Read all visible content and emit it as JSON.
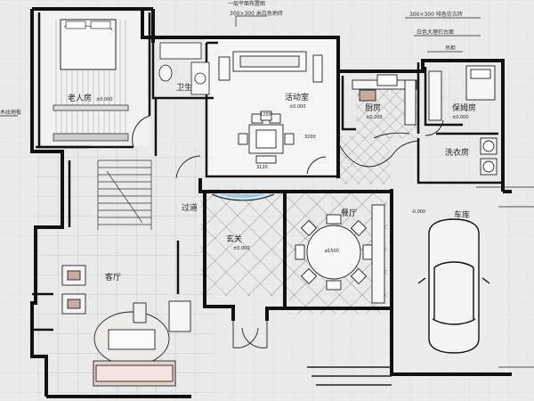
{
  "rooms": {
    "master_bedroom": "老人房",
    "bathroom": "卫生",
    "entertainment": "活动室",
    "kitchen": "厨房",
    "nanny_room": "保姆房",
    "laundry": "洗衣房",
    "corridor": "过道",
    "foyer": "玄关",
    "dining": "餐厅",
    "living": "客厅",
    "garage": "车库"
  },
  "elevations": {
    "master_bedroom": "±0.000",
    "entertainment": "±0.000",
    "kitchen": "±0.200",
    "foyer": "±0.000",
    "garage": "-0.000",
    "nanny_room": "±0.000"
  },
  "notes": {
    "top_mid": "300×300 米白色地砖",
    "top_right_1": "300×300 啡色仿古砖",
    "top_right_2": "白色大理石台面",
    "top_right_3": "吊柜",
    "left_edge": "木纹地板",
    "top_cut": "一层平面布置图"
  },
  "dims": {
    "table": "1200",
    "ent_w": "3120",
    "ent_h": "3200",
    "dining_table": "ø1500"
  }
}
